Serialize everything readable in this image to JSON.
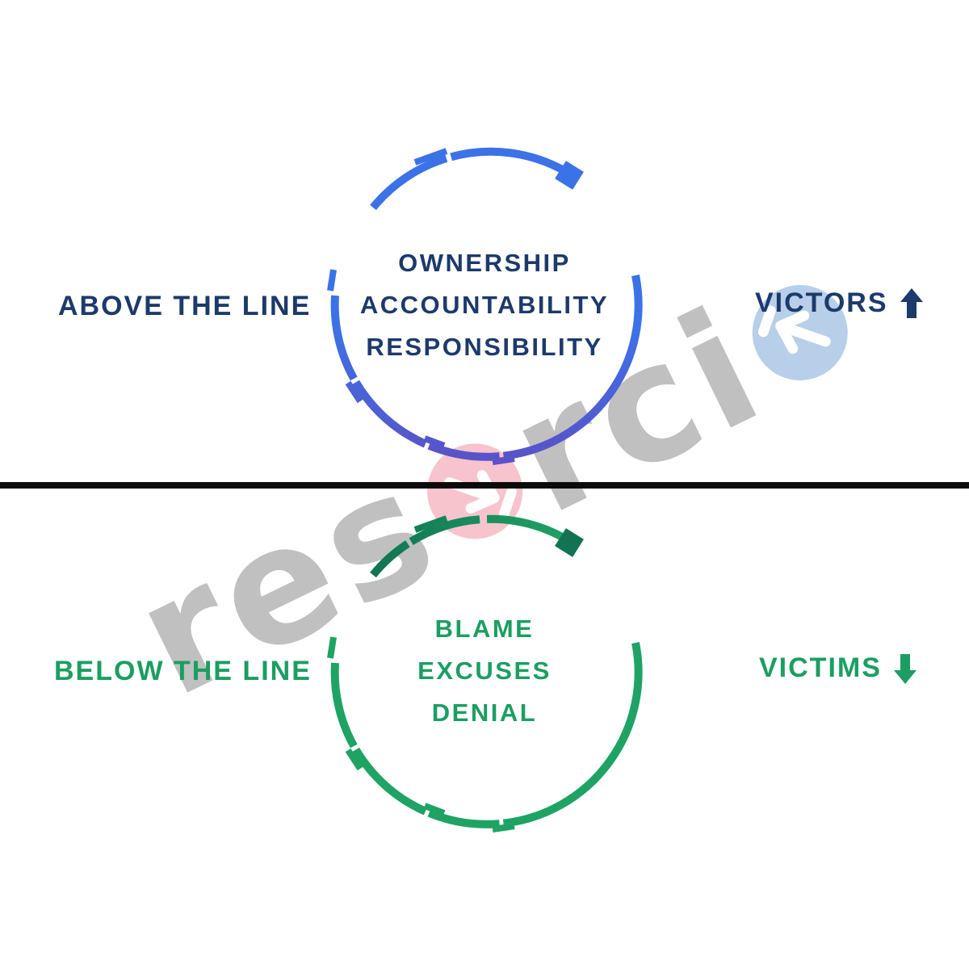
{
  "above": {
    "side_label": "ABOVE THE LINE",
    "circle_lines": [
      "OWNERSHIP",
      "ACCOUNTABILITY",
      "RESPONSIBILITY"
    ],
    "right_label": "VICTORS",
    "right_arrow_direction": "up"
  },
  "below": {
    "side_label": "BELOW THE LINE",
    "circle_lines": [
      "BLAME",
      "EXCUSES",
      "DENIAL"
    ],
    "right_label": "VICTIMS",
    "right_arrow_direction": "down"
  },
  "watermark": {
    "part1": "res",
    "part2": "rci",
    "pink_circle_icon": "arrow-down-right-icon",
    "blue_circle_icon": "arrow-up-left-icon"
  },
  "colors": {
    "navy": "#1C3A6B",
    "blue": "#3C72E8",
    "blue_purple": "#5A52C6",
    "green": "#1FA364",
    "green_dark": "#117353",
    "green_text": "#1B9E62",
    "divider": "#0B0B0B",
    "watermark_gray": "#C0C0C0",
    "watermark_pink": "#F7C3CD",
    "watermark_blue": "#B7CFE8",
    "watermark_arrow_white": "#FFFFFF"
  }
}
